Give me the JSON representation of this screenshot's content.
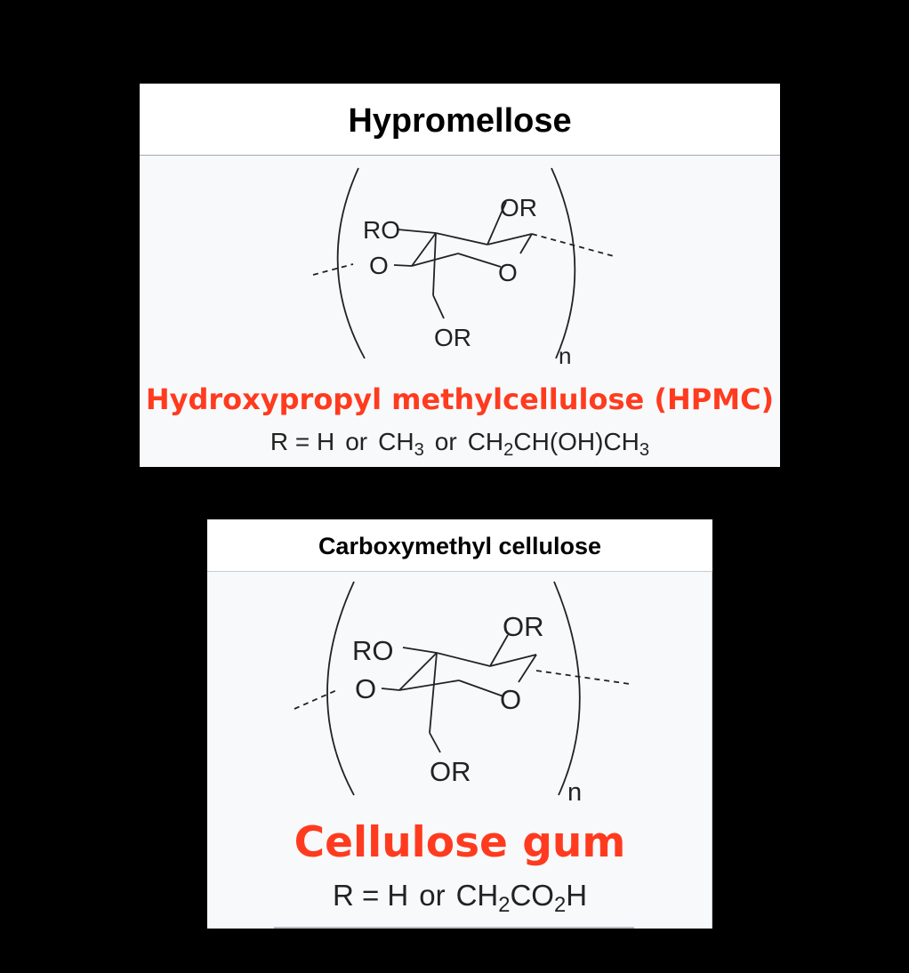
{
  "cards": [
    {
      "title": "Hypromellose",
      "labels": {
        "ro": "RO",
        "or_top": "OR",
        "or_bottom": "OR",
        "o_left": "O",
        "o_ring": "O",
        "n": "n"
      },
      "name": "Hydroxypropyl methylcellulose (HPMC)",
      "formula": {
        "r_eq": "R = H",
        "or1": "or",
        "opt2": "CH",
        "opt2_sub": "3",
        "or2": "or",
        "opt3_a": "CH",
        "opt3_sub1": "2",
        "opt3_b": "CH(OH)CH",
        "opt3_sub2": "3"
      },
      "name_color": "#ff3b1f"
    },
    {
      "title": "Carboxymethyl cellulose",
      "labels": {
        "ro": "RO",
        "or_top": "OR",
        "or_bottom": "OR",
        "o_left": "O",
        "o_ring": "O",
        "n": "n"
      },
      "name": "Cellulose gum",
      "formula": {
        "r_eq": "R = H",
        "or1": "or",
        "opt2_a": "CH",
        "opt2_sub1": "2",
        "opt2_b": "CO",
        "opt2_sub2": "2",
        "opt2_c": "H"
      },
      "name_color": "#ff3b1f"
    }
  ]
}
